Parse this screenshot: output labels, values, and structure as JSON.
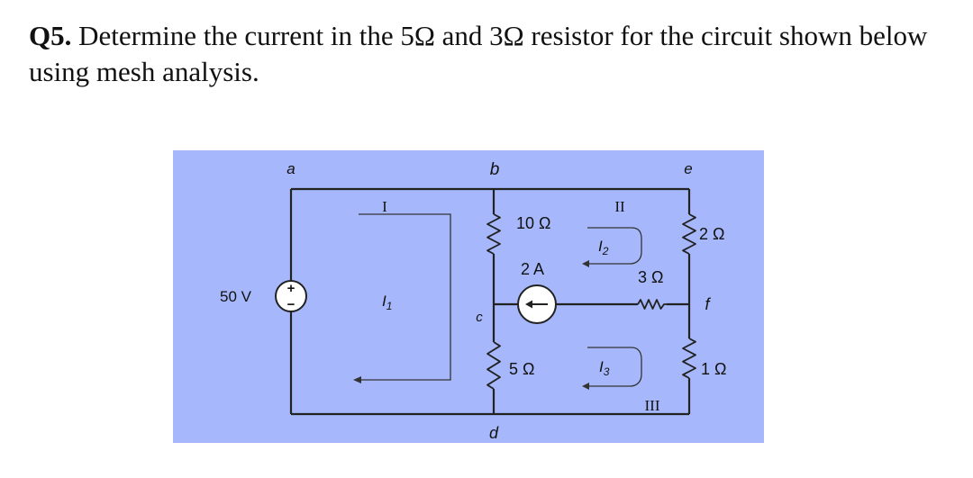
{
  "question": {
    "number": "Q5.",
    "text": "Determine the current in the 5Ω and 3Ω resistor for the circuit shown below using mesh analysis."
  },
  "colors": {
    "background": "#a6b8fb",
    "wire": "#222222"
  },
  "circuit": {
    "nodes": {
      "a": "a",
      "b": "b",
      "c": "c",
      "d": "d",
      "e": "e",
      "f": "f"
    },
    "source": {
      "label": "50 V",
      "plus": "+",
      "minus": "−"
    },
    "components": {
      "r10": "10 Ω",
      "r2": "2 Ω",
      "r3": "3 Ω",
      "r5": "5 Ω",
      "r1": "1 Ω",
      "current_source": "2 A"
    },
    "meshes": {
      "loop1": "I",
      "loop2": "II",
      "loop3": "III",
      "i1_base": "I",
      "i1_sub": "1",
      "i2_base": "I",
      "i2_sub": "2",
      "i3_base": "I",
      "i3_sub": "3"
    }
  }
}
